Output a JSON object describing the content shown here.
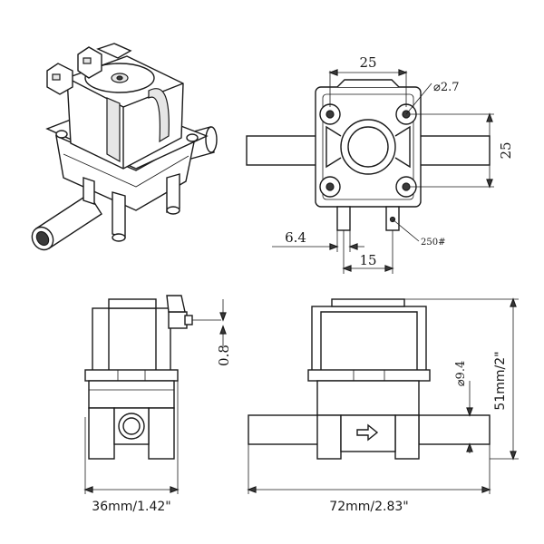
{
  "labels": {
    "top_width": "25",
    "hole_dia": "⌀2.7",
    "top_height": "25",
    "terminal_width": "6.4",
    "terminal_pitch": "15",
    "terminal_type": "250#",
    "side_gap": "0.8",
    "tube_dia": "⌀9.4",
    "overall_height": "51mm/2\"",
    "overall_depth": "36mm/1.42\"",
    "overall_length": "72mm/2.83\""
  }
}
